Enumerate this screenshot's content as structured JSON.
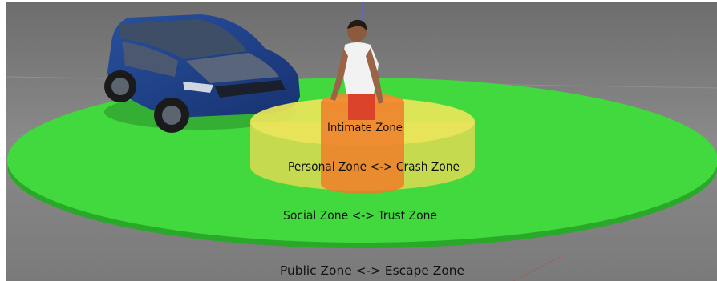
{
  "labels": {
    "intimate": "Intimate Zone",
    "personal": "Personal Zone <-> Crash Zone",
    "social": "Social Zone <-> Trust Zone",
    "public": "Public Zone <-> Escape Zone"
  },
  "colors": {
    "background": "#7f7f7f",
    "social_zone": "#3ed83c",
    "personal_zone": "#e3e04a",
    "intimate_zone": "#f07a2a",
    "car_body": "#1d3f86",
    "person_shirt": "#f2f2f2"
  }
}
